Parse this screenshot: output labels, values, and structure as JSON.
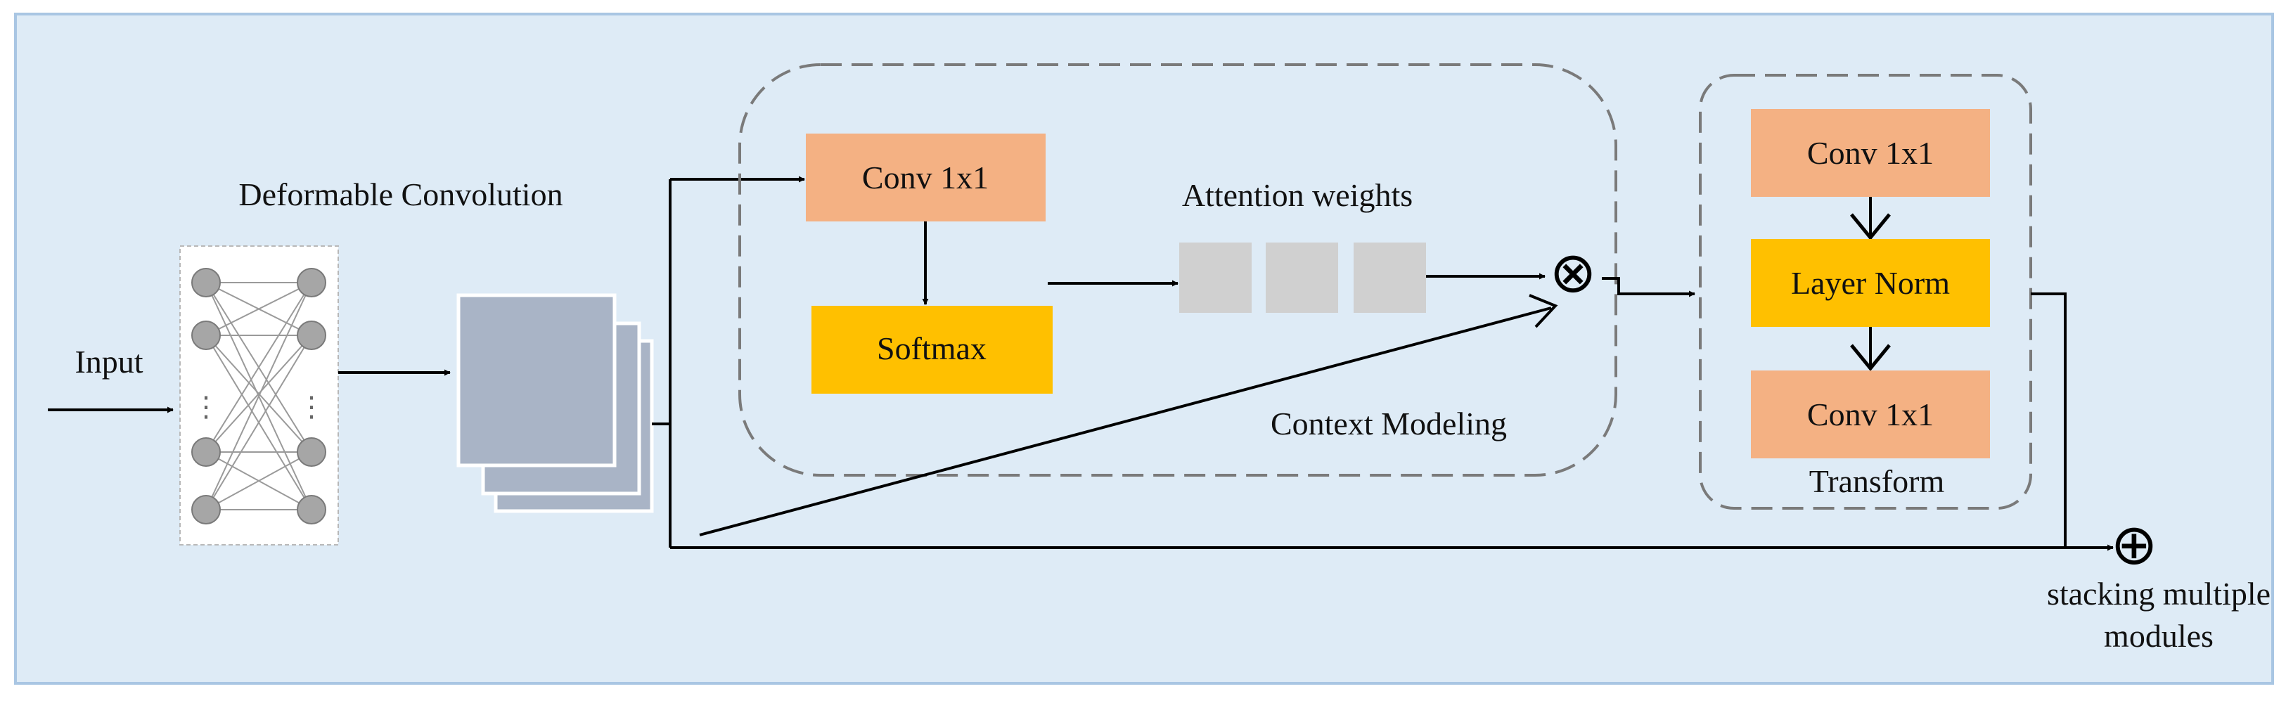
{
  "colors": {
    "background": "#deebf6",
    "frame_border": "#a9c6e3",
    "conv_box": "#f4b183",
    "norm_box": "#ffc000",
    "weight_cell": "#d0d0d0",
    "feature_map": "#a9b4c6",
    "dashed_border": "#7a7a7a",
    "line": "#000000"
  },
  "labels": {
    "input": "Input",
    "deformable_convolution": "Deformable Convolution",
    "attention_weights": "Attention weights",
    "context_modeling": "Context Modeling",
    "transform": "Transform",
    "stacking_line1": "stacking multiple",
    "stacking_line2": "modules"
  },
  "context_block": {
    "conv_label": "Conv 1x1",
    "softmax_label": "Softmax"
  },
  "transform_block": {
    "conv_top_label": "Conv 1x1",
    "norm_label": "Layer Norm",
    "conv_bottom_label": "Conv 1x1"
  },
  "network_icon": {
    "dots": "⋮"
  },
  "operators": {
    "multiply": "⊗",
    "add": "⊕"
  }
}
